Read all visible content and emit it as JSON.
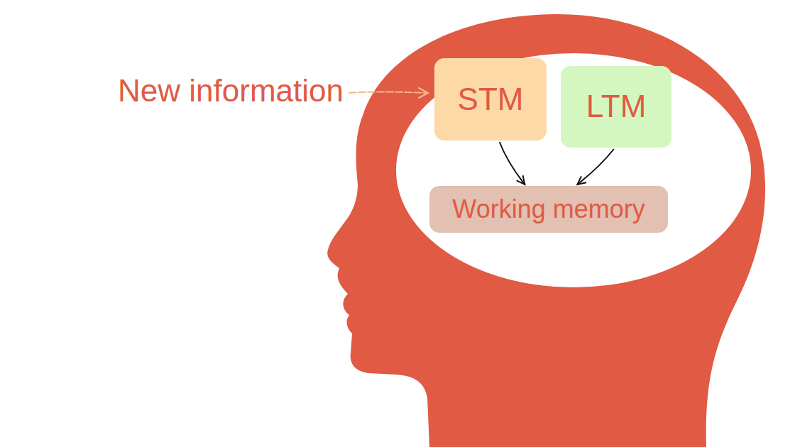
{
  "diagram": {
    "nodes": [
      {
        "text": [
          "STM"
        ]
      },
      {
        "text": [
          "LTM"
        ]
      },
      {
        "text": [
          "Working memory"
        ]
      }
    ],
    "edges": [
      {
        "from": 0,
        "to": 2,
        "arrow": "to"
      },
      {
        "from": 1,
        "to": 2,
        "arrow": "to"
      }
    ],
    "labels": [
      "New information"
    ]
  }
}
